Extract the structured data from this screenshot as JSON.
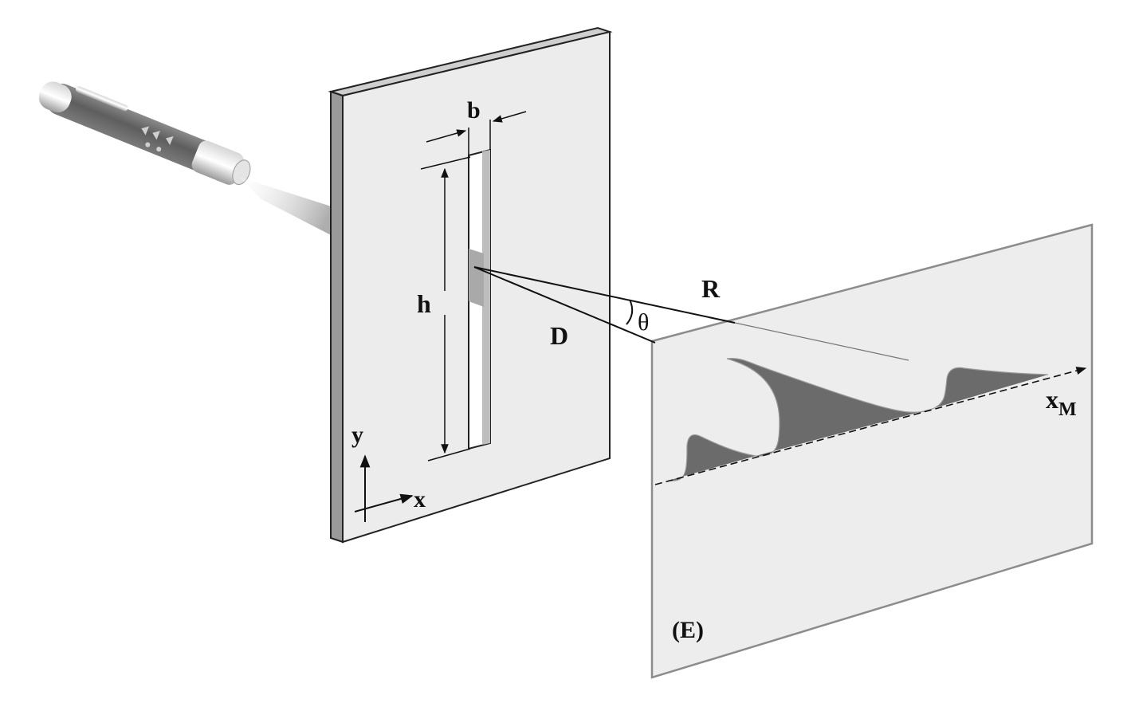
{
  "labels": {
    "b": "b",
    "h": "h",
    "R": "R",
    "D": "D",
    "theta": "θ",
    "x_axis": "x",
    "y_axis": "y",
    "xm_main": "x",
    "xm_sub": "M",
    "screen": "(E)"
  },
  "colors": {
    "plate_face": "#ececec",
    "plate_edge": "#9a9a9a",
    "screen_face": "#ededed",
    "screen_border": "#8c8c8c",
    "intensity_fill": "#6b6b6b",
    "beam": "#b9b9b9",
    "laser_body": "#6a6a6a"
  },
  "icons": {
    "source": "laser-pointer-icon"
  }
}
